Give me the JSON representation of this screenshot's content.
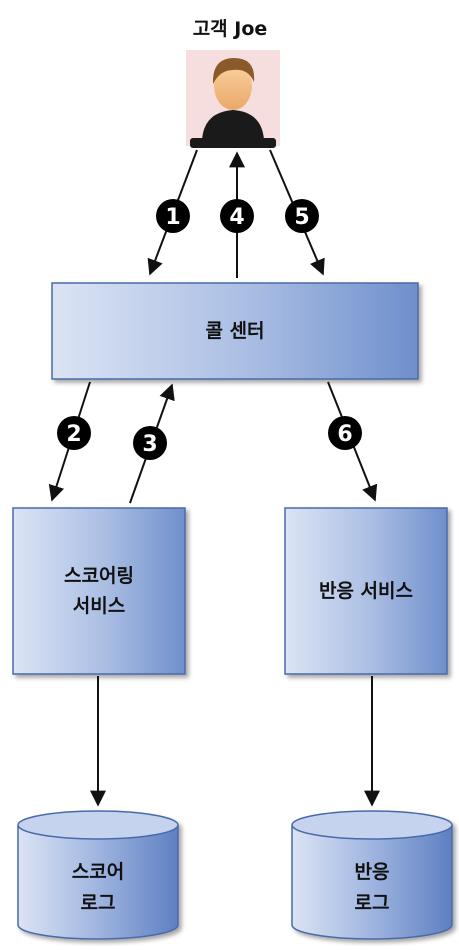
{
  "customer": {
    "label": "고객 Joe"
  },
  "call_center": {
    "label": "콜 센터"
  },
  "scoring_service": {
    "label": "스코어링\n서비스"
  },
  "response_service": {
    "label": "반응 서비스"
  },
  "score_log": {
    "label": "스코어\n로그"
  },
  "response_log": {
    "label": "반응\n로그"
  },
  "steps": [
    "1",
    "2",
    "3",
    "4",
    "5",
    "6"
  ],
  "colors": {
    "box_light": "#d6e0f2",
    "box_dark": "#6f8fcc",
    "box_border": "#4a6aa8",
    "arrow": "#111111",
    "badge": "#000000",
    "avatar_bg": "#f6dede"
  }
}
